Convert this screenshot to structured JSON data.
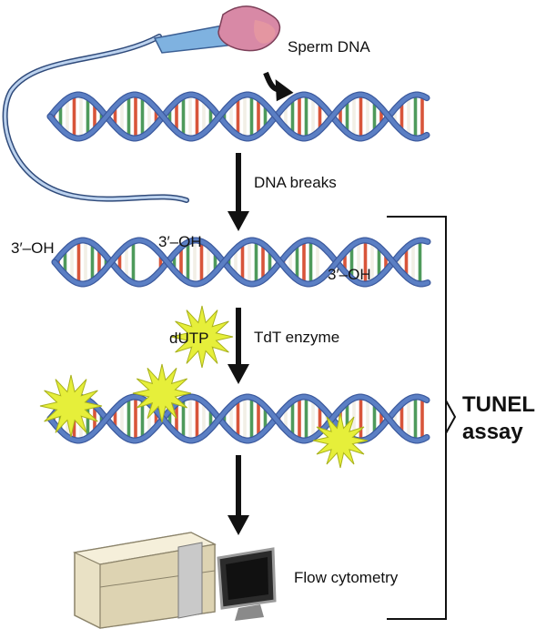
{
  "labels": {
    "sperm_dna": "Sperm DNA",
    "dna_breaks": "DNA breaks",
    "oh_left": "3′–OH",
    "oh_middle": "3′–OH",
    "oh_right": "3′–OH",
    "dutp": "dUTP",
    "tdt_enzyme": "TdT enzyme",
    "flow_cytometry": "Flow cytometry",
    "tunel_line1": "TUNEL",
    "tunel_line2": "assay"
  },
  "colors": {
    "backbone": "#5b7fc4",
    "backbone_dark": "#3c5a9e",
    "base_red": "#d8553a",
    "base_green": "#4e9a5b",
    "base_white": "#f2efe6",
    "dutp_star": "#e6ef3a",
    "sperm_head": "#d889a6",
    "sperm_mid": "#7fb2e0",
    "arrow": "#111111"
  }
}
